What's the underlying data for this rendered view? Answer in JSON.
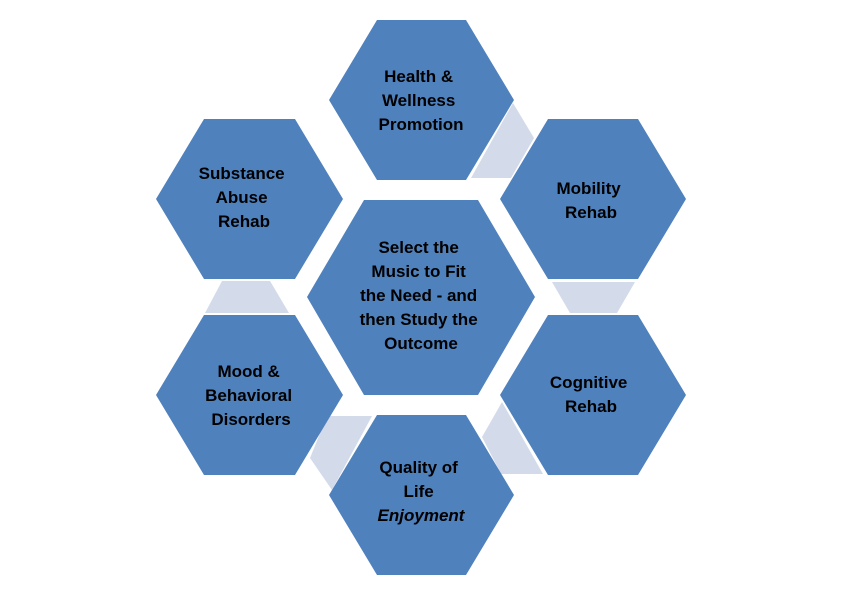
{
  "colors": {
    "hexagon": "#4F81BD",
    "connector": "#D3DAEA",
    "text": "#000000"
  },
  "center": {
    "lines": [
      "Select the",
      "Music to Fit",
      "the Need - and",
      "then Study the",
      "Outcome"
    ]
  },
  "nodes": [
    {
      "id": "health",
      "lines": [
        "Health &",
        "Wellness",
        "Promotion"
      ]
    },
    {
      "id": "mobility",
      "lines": [
        "Mobility",
        "Rehab"
      ]
    },
    {
      "id": "cognitive",
      "lines": [
        "Cognitive",
        "Rehab"
      ]
    },
    {
      "id": "quality",
      "lines": [
        "Quality of",
        "Life",
        "Enjoyment"
      ]
    },
    {
      "id": "mood",
      "lines": [
        "Mood &",
        "Behavioral",
        "Disorders"
      ]
    },
    {
      "id": "substance",
      "lines": [
        "Substance",
        "Abuse",
        "Rehab"
      ]
    }
  ]
}
